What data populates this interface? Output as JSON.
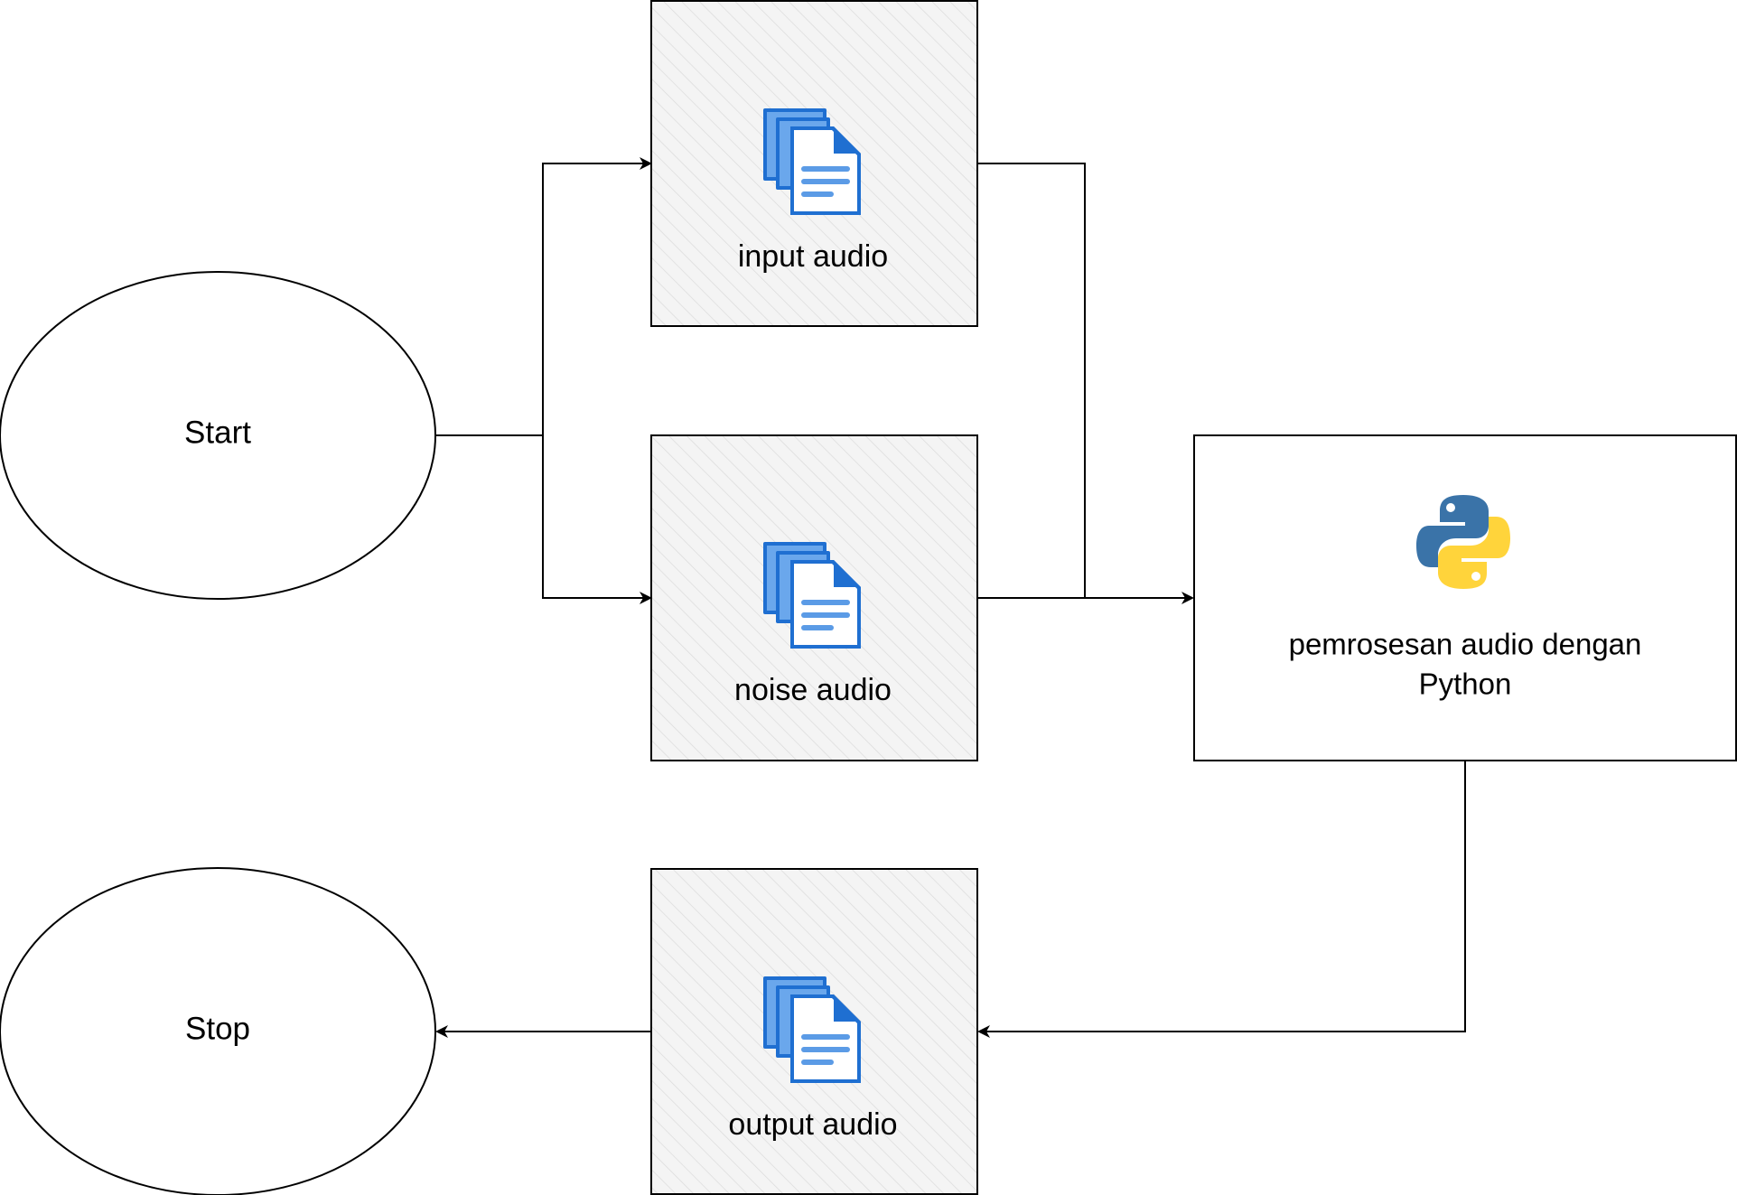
{
  "diagram": {
    "nodes": {
      "start": {
        "label": "Start",
        "shape": "ellipse"
      },
      "input_audio": {
        "label": "input audio",
        "icon": "document-stack-icon"
      },
      "noise_audio": {
        "label": "noise audio",
        "icon": "document-stack-icon"
      },
      "processing": {
        "label_line1": "pemrosesan audio dengan",
        "label_line2": "Python",
        "icon": "python-logo-icon"
      },
      "output_audio": {
        "label": "output audio",
        "icon": "document-stack-icon"
      },
      "stop": {
        "label": "Stop",
        "shape": "ellipse"
      }
    },
    "edges": [
      {
        "from": "Start",
        "to": "input audio"
      },
      {
        "from": "Start",
        "to": "noise audio"
      },
      {
        "from": "input audio",
        "to": "pemrosesan audio dengan Python"
      },
      {
        "from": "noise audio",
        "to": "pemrosesan audio dengan Python"
      },
      {
        "from": "pemrosesan audio dengan Python",
        "to": "output audio"
      },
      {
        "from": "output audio",
        "to": "Stop"
      }
    ],
    "colors": {
      "stroke": "#000000",
      "hatch_fill": "#f4f4f4",
      "hatch_line": "#d9d9d9",
      "doc_dark": "#1f6fd1",
      "doc_mid": "#6aa7ec",
      "doc_light": "#ffffff",
      "python_blue": "#3a73a8",
      "python_yellow": "#ffd43b"
    }
  }
}
